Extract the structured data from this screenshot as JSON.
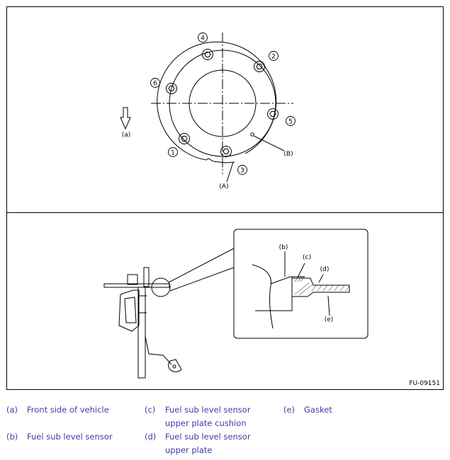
{
  "figure": {
    "code": "FU-09151",
    "top_view": {
      "bolts": [
        "1",
        "2",
        "3",
        "4",
        "5",
        "6"
      ],
      "labels": {
        "a": "(a)",
        "A": "(A)",
        "B": "(B)"
      }
    },
    "side_view": {
      "labels": {
        "b": "(b)",
        "c": "(c)",
        "d": "(d)",
        "e": "(e)"
      }
    }
  },
  "legend": [
    {
      "key": "(a)",
      "text": "Front side of vehicle"
    },
    {
      "key": "(b)",
      "text": "Fuel sub level sensor"
    },
    {
      "key": "(c)",
      "text": "Fuel sub level sensor upper plate cushion"
    },
    {
      "key": "(d)",
      "text": "Fuel sub level sensor upper plate"
    },
    {
      "key": "(e)",
      "text": "Gasket"
    }
  ],
  "colors": {
    "legend_text": "#3d3da8",
    "line": "#000000"
  }
}
